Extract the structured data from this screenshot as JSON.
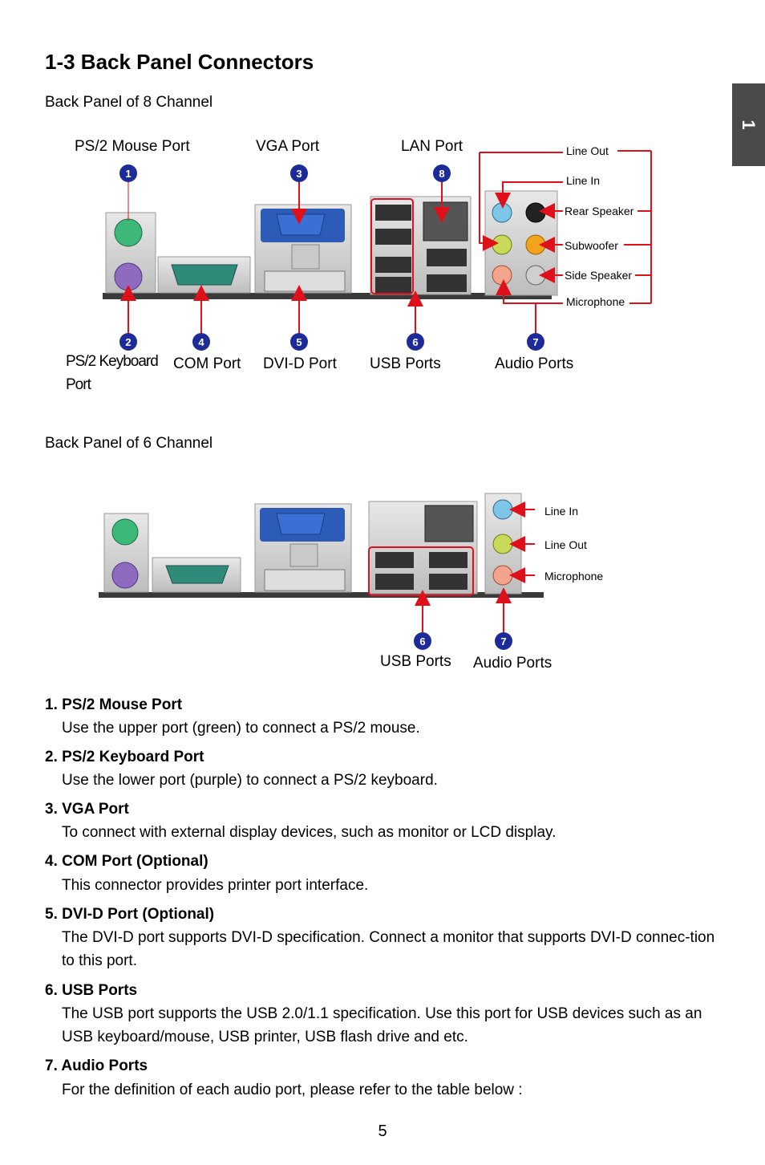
{
  "side_tab": "1",
  "title": "1-3 Back Panel Connectors",
  "panel8": {
    "heading": "Back Panel of 8 Channel",
    "labels": {
      "ps2_mouse": "PS/2  Mouse Port",
      "vga": "VGA Port",
      "lan": "LAN Port",
      "ps2_kbd_1": "PS/2 Keyboard",
      "ps2_kbd_2": "Port",
      "com": "COM Port",
      "dvid": "DVI-D Port",
      "usb": "USB Ports",
      "audio": "Audio Ports"
    },
    "badges": [
      "1",
      "2",
      "3",
      "4",
      "5",
      "6",
      "7",
      "8"
    ],
    "audio_labels": [
      "Line Out",
      "Line In",
      "Rear Speaker",
      "Subwoofer",
      "Side Speaker",
      "Microphone"
    ]
  },
  "panel6": {
    "heading": "Back Panel of 6 Channel",
    "audio_labels": [
      "Line In",
      "Line Out",
      "Microphone"
    ],
    "badges": [
      "6",
      "7"
    ],
    "usb": "USB Ports",
    "audio": "Audio Ports"
  },
  "items": [
    {
      "title": "1. PS/2 Mouse Port",
      "text": "Use the upper port (green) to connect a PS/2 mouse."
    },
    {
      "title": "2. PS/2 Keyboard Port",
      "text": "Use the lower port (purple) to connect a PS/2 keyboard."
    },
    {
      "title": "3. VGA Port",
      "text": "To connect with external display devices, such as monitor or LCD display."
    },
    {
      "title": "4. COM Port (Optional)",
      "text": "This connector provides printer port interface."
    },
    {
      "title": "5. DVI-D Port (Optional)",
      "text": "The DVI-D port supports DVI-D specification. Connect a monitor that supports DVI-D connec-tion to this port."
    },
    {
      "title": "6. USB Ports",
      "text": "The USB port supports the USB 2.0/1.1 specification. Use this port for USB devices such as an USB keyboard/mouse, USB printer, USB flash drive and etc."
    },
    {
      "title": "7. Audio Ports",
      "text": "For the definition of each audio port, please refer to the table below :"
    }
  ],
  "page_number": "5",
  "colors": {
    "badge": "#1d2b9a",
    "arrow": "#e0101a",
    "ps2_mouse": "#3cb878",
    "ps2_kbd": "#8e6bbf",
    "vga": "#2d5bb8",
    "com": "#2f8a7a",
    "tab": "#4a4a4a"
  }
}
